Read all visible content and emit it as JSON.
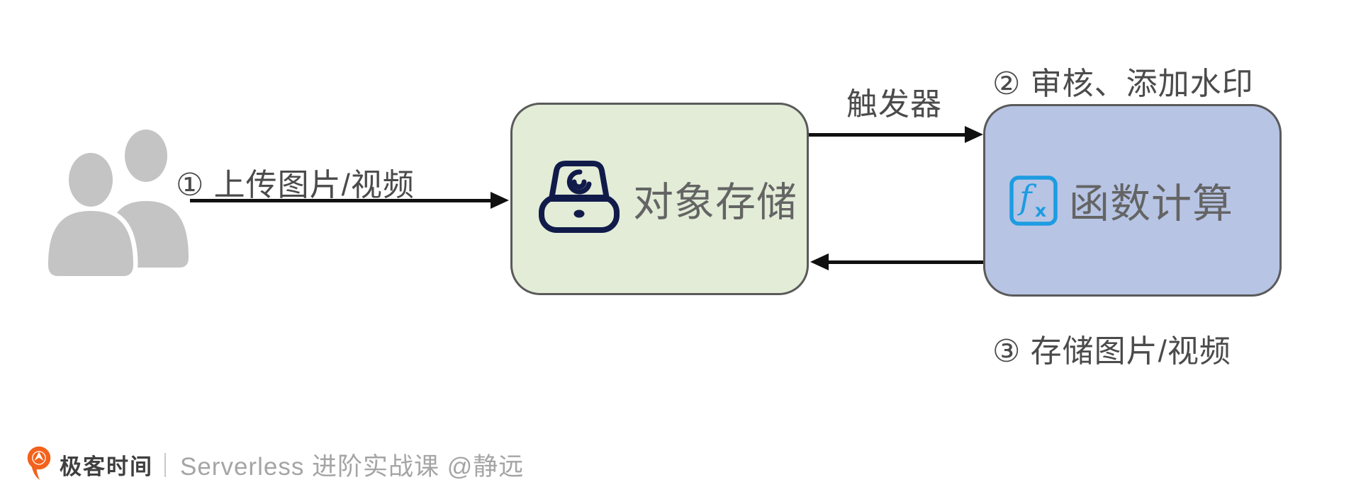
{
  "diagram": {
    "users_icon": "two-users-silhouette",
    "steps": {
      "step1": "① 上传图片/视频",
      "trigger": "触发器",
      "step2": "② 审核、添加水印",
      "step3": "③ 存储图片/视频"
    },
    "nodes": {
      "oss": {
        "label": "对象存储",
        "icon": "disk-drive-icon",
        "fill": "#e2ecd7"
      },
      "fc": {
        "label": "函数计算",
        "icon": "fx-icon",
        "fill": "#b7c4e4",
        "icon_f": "f",
        "icon_x": "x"
      }
    },
    "colors": {
      "box_border": "#5a5a5a",
      "arrow": "#101010",
      "label_text": "#4b4b4b",
      "node_text": "#646464",
      "oss_icon_navy": "#111b4a",
      "fc_icon_blue": "#1d9ce1",
      "users_gray": "#c4c4c4"
    }
  },
  "footer": {
    "brand": "极客时间",
    "course": "Serverless 进阶实战课 @静远",
    "logo_color": "#f2621d"
  }
}
